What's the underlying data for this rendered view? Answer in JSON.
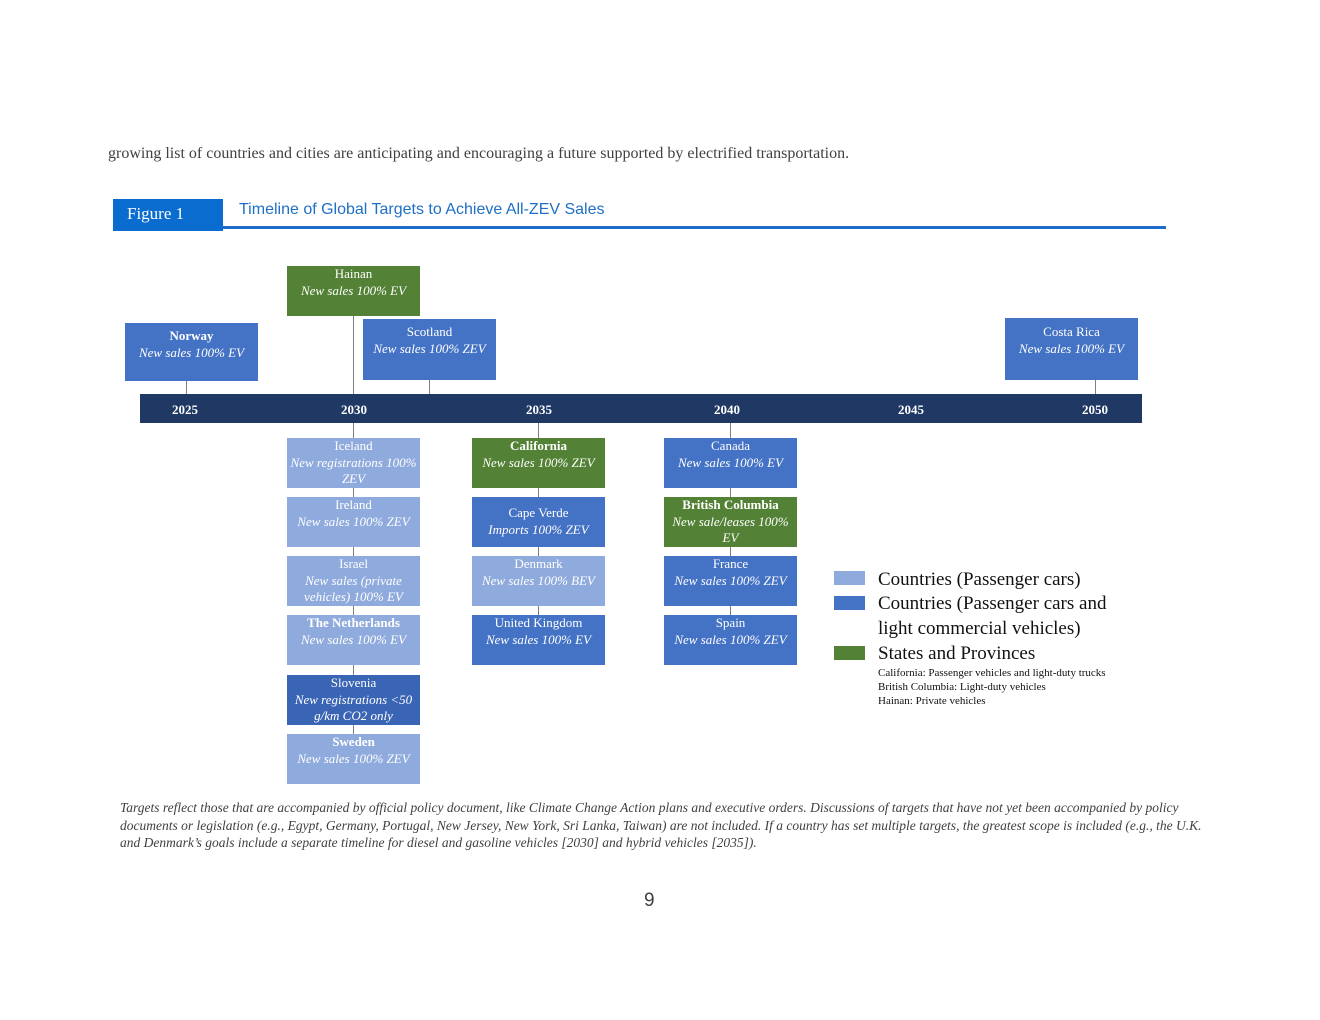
{
  "intro_text": "growing list of countries and cities are anticipating and encouraging a future supported by electrified transportation.",
  "figure": {
    "tag": "Figure 1",
    "title": "Timeline of Global Targets to Achieve All-ZEV Sales"
  },
  "timeline": {
    "years": [
      "2025",
      "2030",
      "2035",
      "2040",
      "2045",
      "2050"
    ],
    "above": [
      {
        "name": "Hainan",
        "detail": "New sales 100% EV"
      },
      {
        "name": "Norway",
        "detail": "New sales 100% EV"
      },
      {
        "name": "Scotland",
        "detail": "New sales 100% ZEV"
      },
      {
        "name": "Costa Rica",
        "detail": "New sales 100% EV"
      }
    ],
    "col2030": [
      {
        "name": "Iceland",
        "detail": "New registrations 100% ZEV"
      },
      {
        "name": "Ireland",
        "detail": "New sales 100% ZEV"
      },
      {
        "name": "Israel",
        "detail": "New sales (private vehicles) 100% EV"
      },
      {
        "name": "The Netherlands",
        "detail": "New sales 100% EV"
      },
      {
        "name": "Slovenia",
        "detail": "New registrations <50 g/km CO2 only"
      },
      {
        "name": "Sweden",
        "detail": "New sales 100% ZEV"
      }
    ],
    "col2035": [
      {
        "name": "California",
        "detail": "New sales 100% ZEV"
      },
      {
        "name": "Cape Verde",
        "detail": "Imports 100% ZEV"
      },
      {
        "name": "Denmark",
        "detail": "New sales 100% BEV"
      },
      {
        "name": "United Kingdom",
        "detail": "New sales 100% EV"
      }
    ],
    "col2040": [
      {
        "name": "Canada",
        "detail": "New sales 100% EV"
      },
      {
        "name": "British Columbia",
        "detail": "New sale/leases 100% EV"
      },
      {
        "name": "France",
        "detail": "New sales 100% ZEV"
      },
      {
        "name": "Spain",
        "detail": "New sales 100% ZEV"
      }
    ]
  },
  "legend": {
    "items": [
      {
        "label": "Countries (Passenger cars)",
        "color": "#8faadc"
      },
      {
        "label": "Countries (Passenger cars and",
        "label2": "light commercial vehicles)",
        "color": "#4472c4"
      },
      {
        "label": "States and Provinces",
        "color": "#538135"
      }
    ],
    "notes": [
      "California: Passenger vehicles and light-duty trucks",
      "British Columbia: Light-duty vehicles",
      "Hainan: Private vehicles"
    ]
  },
  "footnote": "Targets reflect those that are accompanied by official policy document, like Climate Change Action plans and executive orders.  Discussions of targets that have not yet been accompanied by policy documents or legislation (e.g., Egypt, Germany, Portugal, New Jersey, New York, Sri Lanka, Taiwan) are not included.  If a country has set multiple targets, the greatest scope is included (e.g., the U.K. and Denmark’s goals include a separate timeline for diesel and gasoline vehicles [2030] and hybrid vehicles [2035]).",
  "page_number": "9"
}
